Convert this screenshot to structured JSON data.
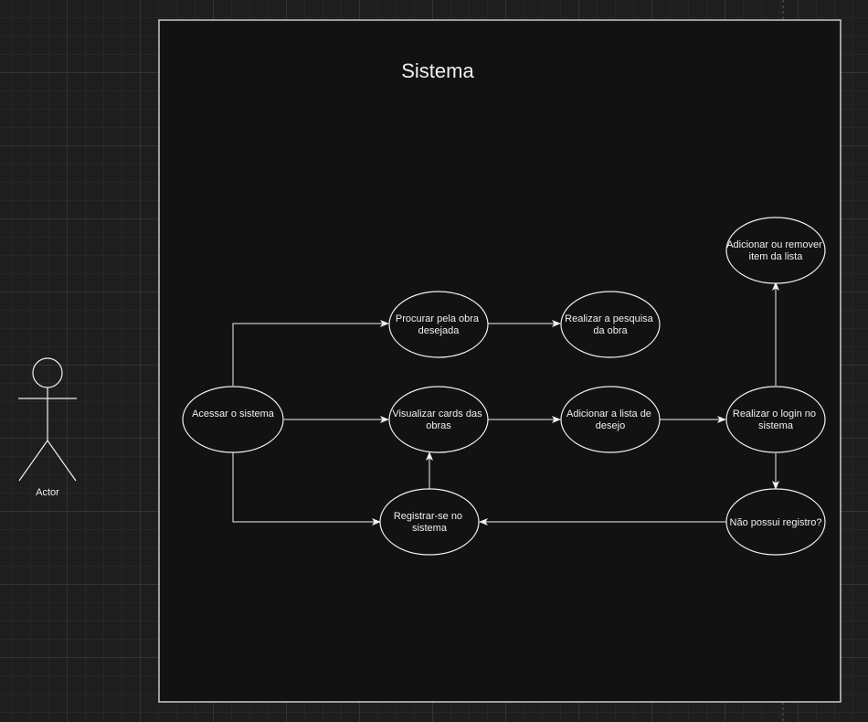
{
  "boundary": {
    "title": "Sistema"
  },
  "actor": {
    "label": "Actor"
  },
  "colors": {
    "background": "#1e1e1e",
    "panel": "#121212",
    "stroke": "#f0f0f0"
  },
  "nodes": {
    "acessar": [
      "Acessar o sistema"
    ],
    "procurar": [
      "Procurar pela obra",
      "desejada"
    ],
    "pesquisa": [
      "Realizar a pesquisa",
      "da obra"
    ],
    "visualizar": [
      "Visualizar cards das",
      "obras"
    ],
    "adicionar_lista": [
      "Adicionar a lista de",
      "desejo"
    ],
    "login": [
      "Realizar o login no",
      "sistema"
    ],
    "gerenciar_lista": [
      "Adicionar ou remover",
      "item da lista"
    ],
    "registro_check": [
      "Não possui registro?"
    ],
    "registrar": [
      "Registrar-se no",
      "sistema"
    ]
  }
}
